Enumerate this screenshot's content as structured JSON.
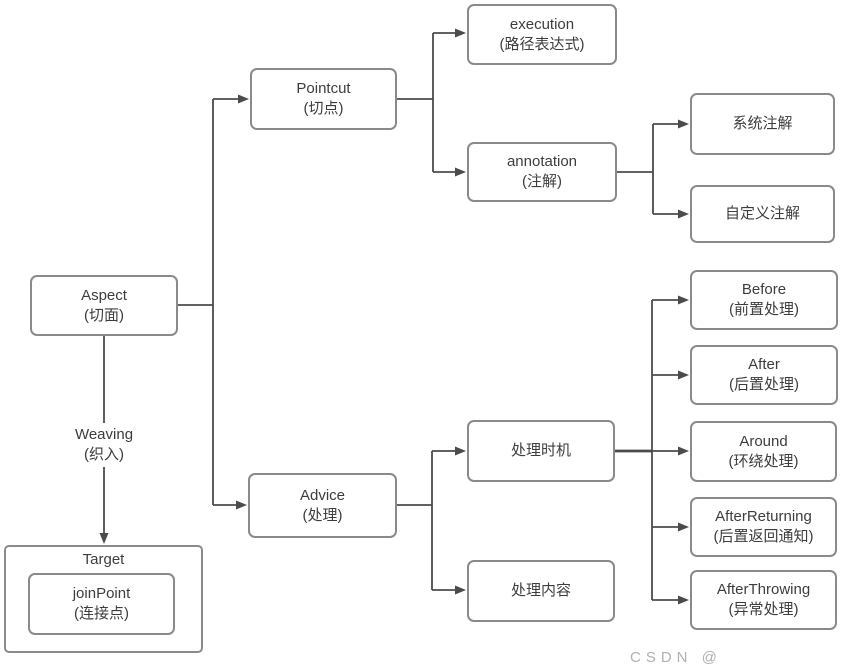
{
  "diagram": {
    "nodes": {
      "aspect": {
        "title": "Aspect",
        "subtitle": "(切面)"
      },
      "pointcut": {
        "title": "Pointcut",
        "subtitle": "(切点)"
      },
      "execution": {
        "title": "execution",
        "subtitle": "(路径表达式)"
      },
      "annotation": {
        "title": "annotation",
        "subtitle": "(注解)"
      },
      "system_annotation": {
        "title": "系统注解",
        "subtitle": ""
      },
      "custom_annotation": {
        "title": "自定义注解",
        "subtitle": ""
      },
      "advice": {
        "title": "Advice",
        "subtitle": "(处理)"
      },
      "handle_timing": {
        "title": "处理时机",
        "subtitle": ""
      },
      "handle_content": {
        "title": "处理内容",
        "subtitle": ""
      },
      "before": {
        "title": "Before",
        "subtitle": "(前置处理)"
      },
      "after": {
        "title": "After",
        "subtitle": "(后置处理)"
      },
      "around": {
        "title": "Around",
        "subtitle": "(环绕处理)"
      },
      "after_returning": {
        "title": "AfterReturning",
        "subtitle": "(后置返回通知)"
      },
      "after_throwing": {
        "title": "AfterThrowing",
        "subtitle": "(异常处理)"
      },
      "target": {
        "title": "Target",
        "subtitle": ""
      },
      "joinpoint": {
        "title": "joinPoint",
        "subtitle": "(连接点)"
      }
    },
    "edge_label": {
      "title": "Weaving",
      "subtitle": "(织入)"
    },
    "watermark": "CSDN @",
    "colors": {
      "line": "#4b4b4b",
      "box_border": "#8a8a8a",
      "text": "#3d3d3d",
      "background": "#ffffff",
      "watermark_text": "#b3b0ad"
    }
  }
}
